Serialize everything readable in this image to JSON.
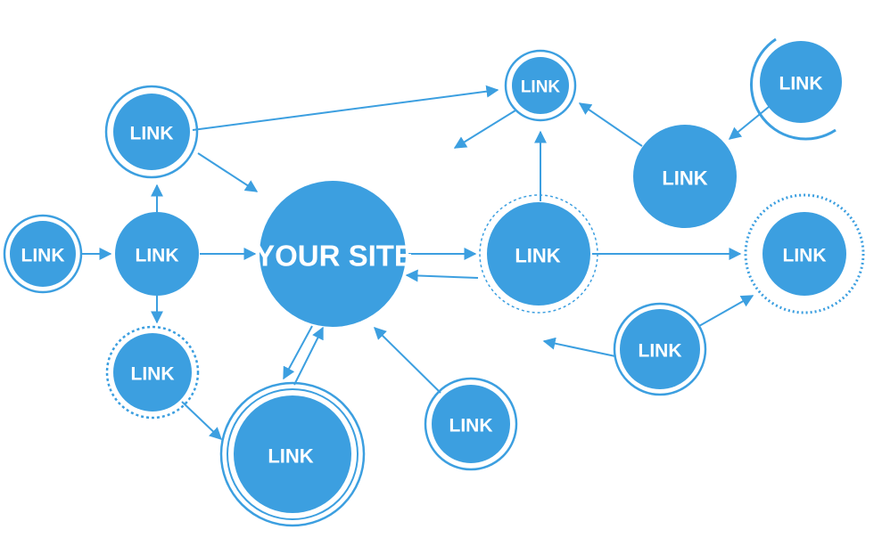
{
  "colors": {
    "node": "#3c9fe0",
    "edge": "#3c9fe0",
    "label": "#ffffff",
    "background": "#ffffff"
  },
  "nodes": [
    {
      "id": "site",
      "label": "YOUR SITE"
    },
    {
      "id": "n1",
      "label": "LINK"
    },
    {
      "id": "n2",
      "label": "LINK"
    },
    {
      "id": "n3",
      "label": "LINK"
    },
    {
      "id": "n4",
      "label": "LINK"
    },
    {
      "id": "n5",
      "label": "LINK"
    },
    {
      "id": "n6",
      "label": "LINK"
    },
    {
      "id": "n7",
      "label": "LINK"
    },
    {
      "id": "n8",
      "label": "LINK"
    },
    {
      "id": "n9",
      "label": "LINK"
    },
    {
      "id": "n10",
      "label": "LINK"
    },
    {
      "id": "n11",
      "label": "LINK"
    },
    {
      "id": "n12",
      "label": "LINK"
    }
  ]
}
